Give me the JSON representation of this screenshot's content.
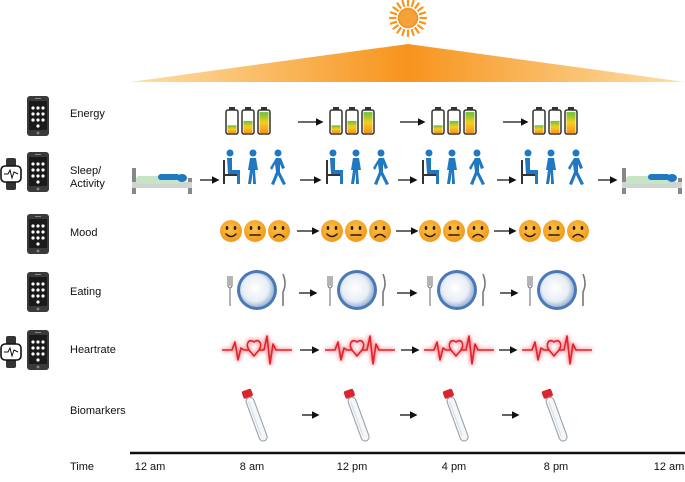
{
  "rows": [
    {
      "key": "energy",
      "label": "Energy",
      "devices": [
        "phone"
      ]
    },
    {
      "key": "sleep",
      "label": "Sleep/\nActivity",
      "devices": [
        "watch",
        "phone"
      ]
    },
    {
      "key": "mood",
      "label": "Mood",
      "devices": [
        "phone"
      ]
    },
    {
      "key": "eating",
      "label": "Eating",
      "devices": [
        "phone"
      ]
    },
    {
      "key": "heartrate",
      "label": "Heartrate",
      "devices": [
        "watch",
        "phone"
      ]
    },
    {
      "key": "biomarkers",
      "label": "Biomarkers",
      "devices": []
    }
  ],
  "time_axis": {
    "label": "Time",
    "ticks": [
      "12 am",
      "8 am",
      "12 pm",
      "4 pm",
      "8 pm",
      "12 am"
    ]
  },
  "icons": {
    "sun": "sun-icon",
    "phone": "smartphone-icon",
    "watch": "smartwatch-icon",
    "battery": "battery-icon",
    "bed": "sleeping-person-icon",
    "person": "person-icon",
    "face": "emoji-face-icon",
    "plate": "plate-icon",
    "heart": "heartbeat-icon",
    "tube": "test-tube-icon",
    "arrow": "arrow-right-icon"
  },
  "colors": {
    "sun": "#f7941d",
    "daylight": "#f7a21b",
    "person": "#1f78c1",
    "face": "#f6a623",
    "heart": "#e3202b",
    "tube_cap": "#d7262e",
    "plate_rim": "#4a78b8"
  }
}
